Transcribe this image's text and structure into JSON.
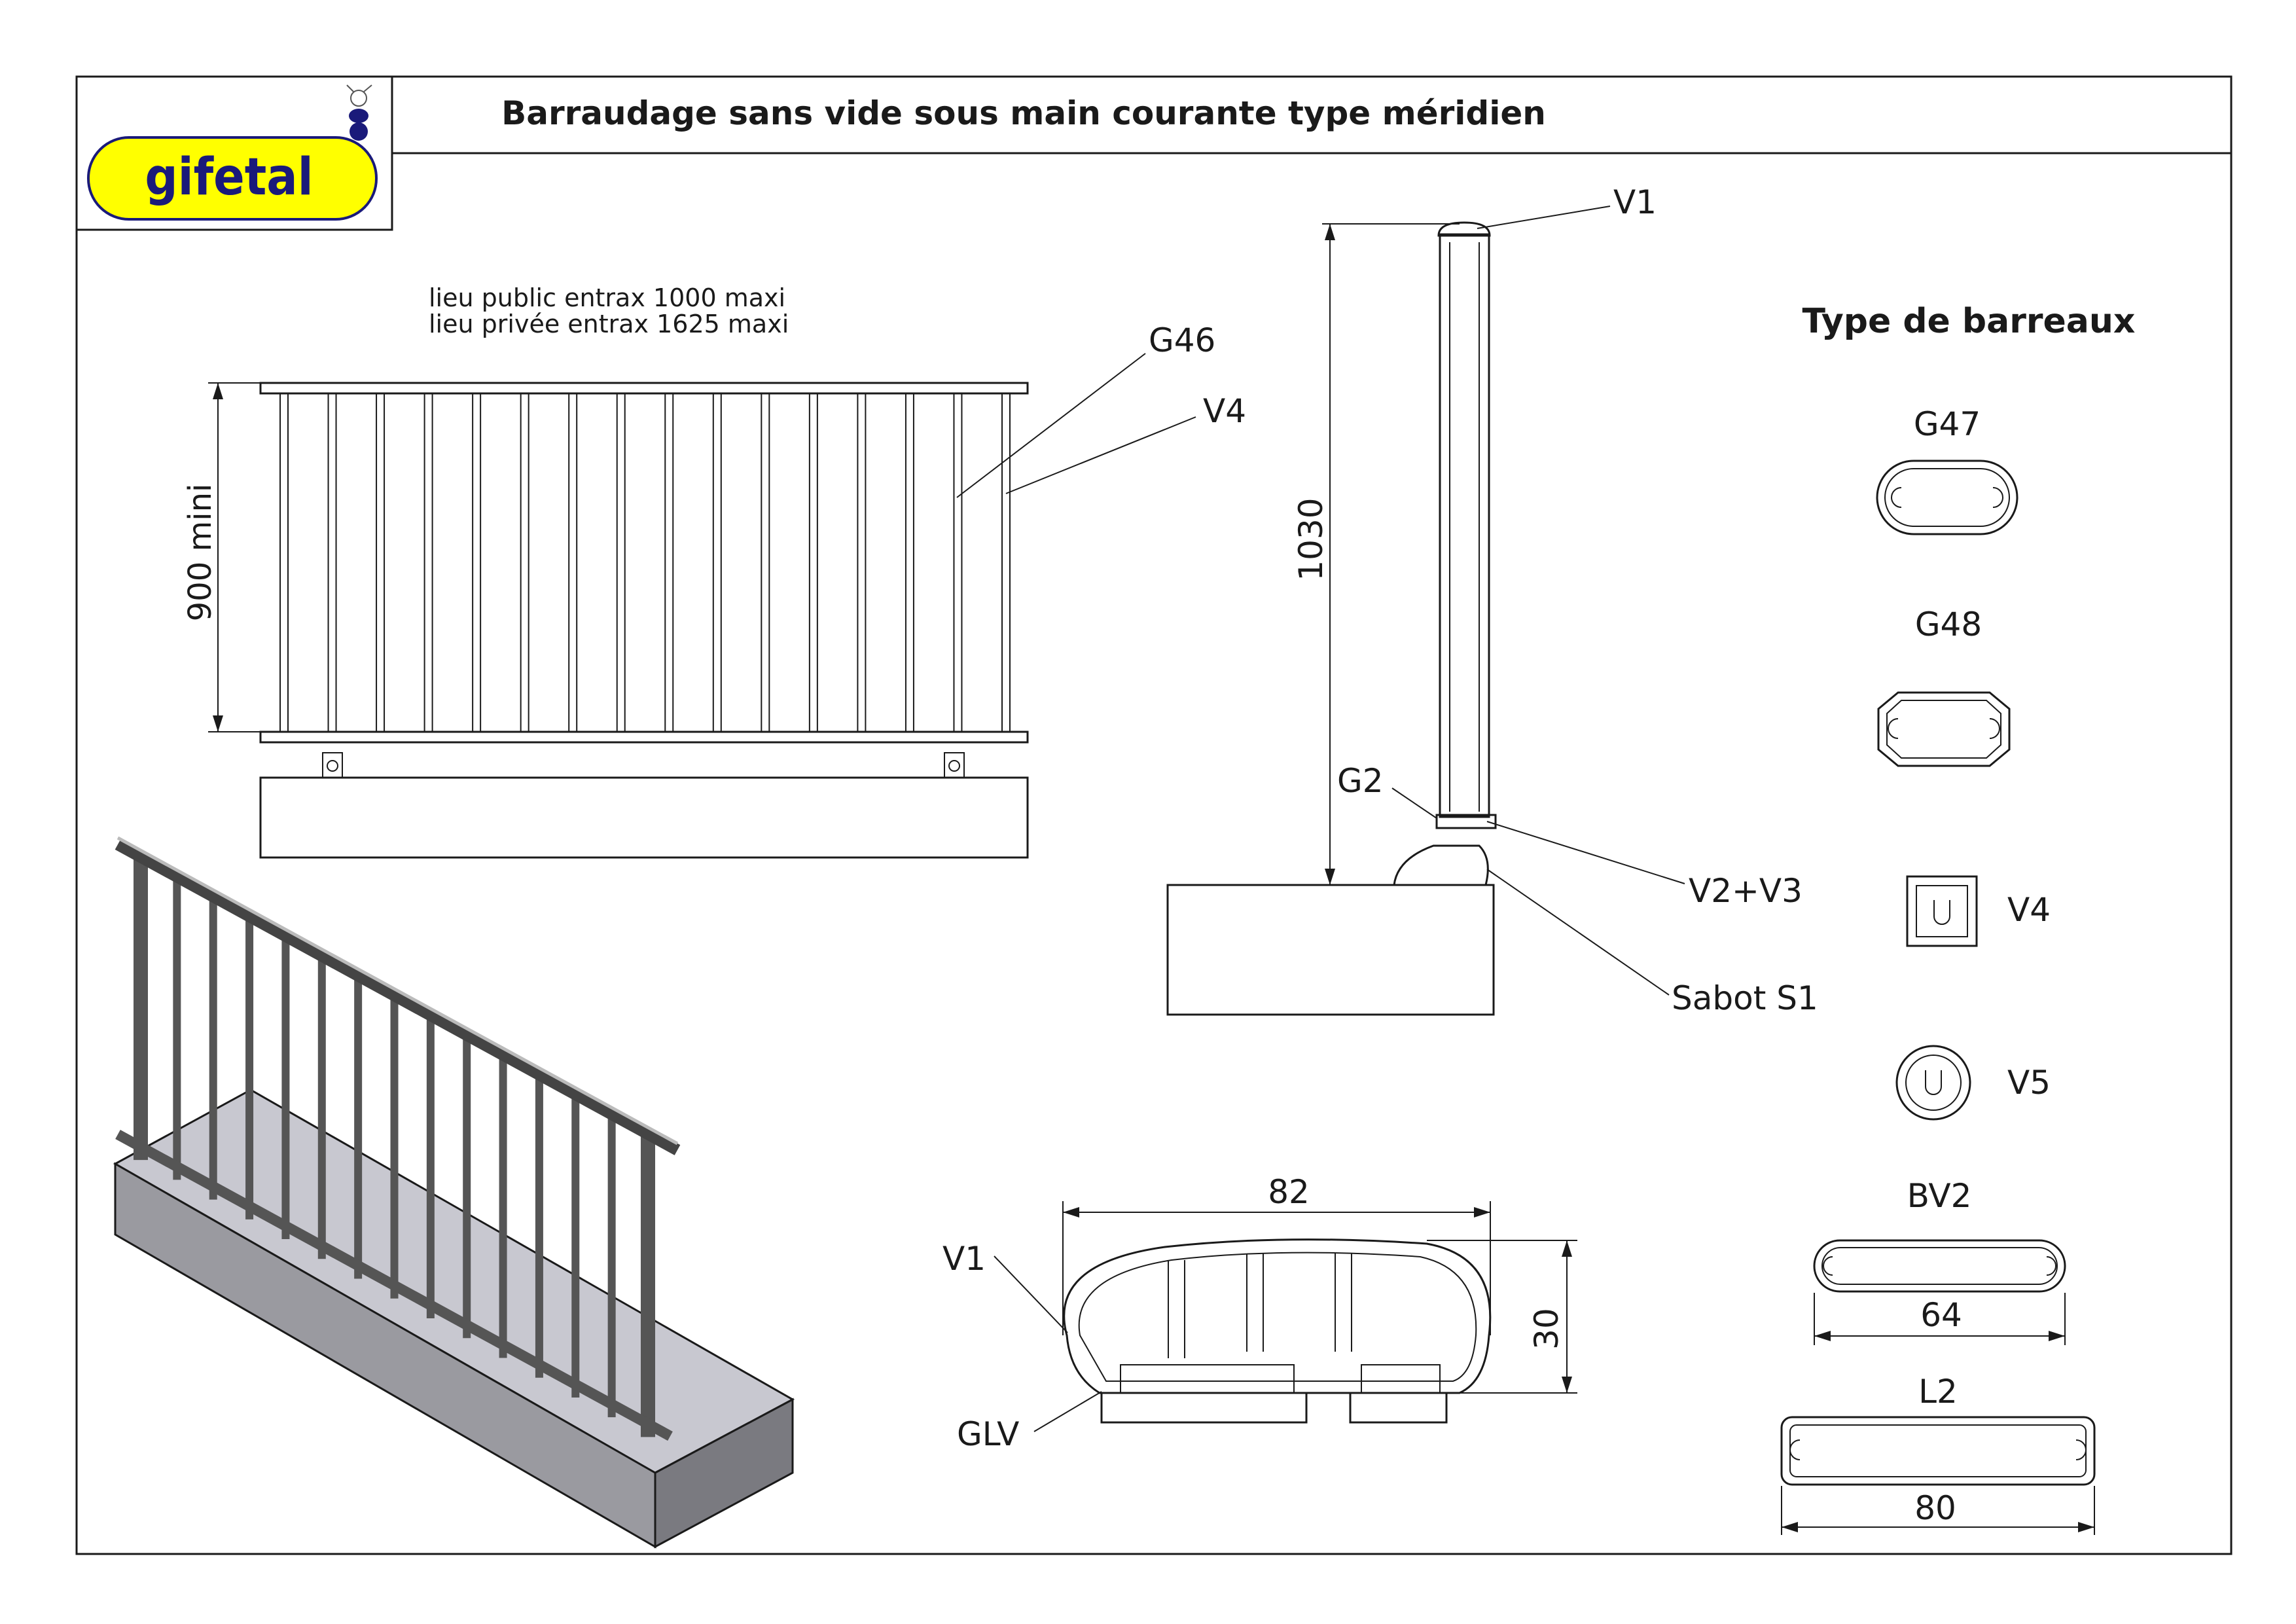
{
  "title": "Barraudage sans vide sous main courante type méridien",
  "logo": {
    "text": "gifetal",
    "colors": {
      "yellow": "#ffff00",
      "navy": "#1a1a7a"
    }
  },
  "notes": [
    "lieu public entrax 1000 maxi",
    "lieu privée entrax 1625 maxi"
  ],
  "front_view": {
    "dim_height": "900 mini",
    "labels": {
      "g46": "G46",
      "v4": "V4"
    },
    "baluster_count": 16
  },
  "side_view": {
    "dim_height": "1030",
    "labels": {
      "v1": "V1",
      "g2": "G2",
      "v2v3": "V2+V3",
      "sabot": "Sabot S1"
    }
  },
  "section": {
    "dim_width": "82",
    "dim_height": "30",
    "labels": {
      "v1": "V1",
      "glv": "GLV"
    }
  },
  "barreaux": {
    "heading": "Type de barreaux",
    "types": {
      "g47": "G47",
      "g48": "G48",
      "v4": "V4",
      "v5": "V5",
      "bv2": "BV2",
      "l2": "L2"
    },
    "dims": {
      "bv2": "64",
      "l2": "80"
    }
  },
  "iso_view": {
    "baluster_count": 15
  }
}
